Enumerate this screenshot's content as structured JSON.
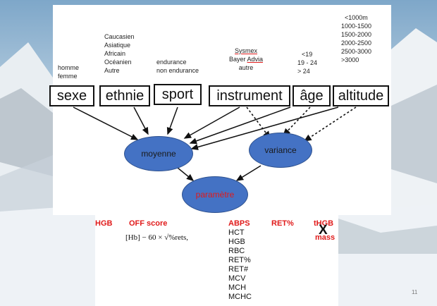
{
  "sexe": {
    "options": [
      "homme",
      "femme"
    ],
    "label": "sexe"
  },
  "ethnie": {
    "options": [
      "Caucasien",
      "Asiatique",
      "Africain",
      "Océanien",
      "Autre"
    ],
    "label": "ethnie"
  },
  "sport": {
    "options": [
      "endurance",
      "non endurance"
    ],
    "label": "sport"
  },
  "instrument": {
    "options": [
      "Sysmex",
      "Bayer",
      "Advia",
      "autre"
    ],
    "label": "instrument"
  },
  "age": {
    "options": [
      "<19",
      "19 - 24",
      "> 24"
    ],
    "label": "âge"
  },
  "altitude": {
    "options": [
      "<1000m",
      "1000-1500",
      "1500-2000",
      "2000-2500",
      "2500-3000",
      ">3000"
    ],
    "label": "altitude"
  },
  "moyenne": "moyenne",
  "variance": "variance",
  "parametre": "paramètre",
  "bottom": {
    "hgb": "HGB",
    "off_score": "OFF score",
    "formula": "[Hb] − 60 × √%rets,",
    "abps": "ABPS",
    "abps_items": [
      "HCT",
      "HGB",
      "RBC",
      "RET%",
      "RET#",
      "MCV",
      "MCH",
      "MCHC"
    ],
    "ret_pct": "RET%",
    "thgb_1": "tHGB",
    "thgb_2": "mass",
    "cross": "X"
  },
  "page_number": "11",
  "colors": {
    "node_fill": "#4472c4",
    "param_text": "#e01a1a",
    "accent_red": "#e01a1a"
  }
}
